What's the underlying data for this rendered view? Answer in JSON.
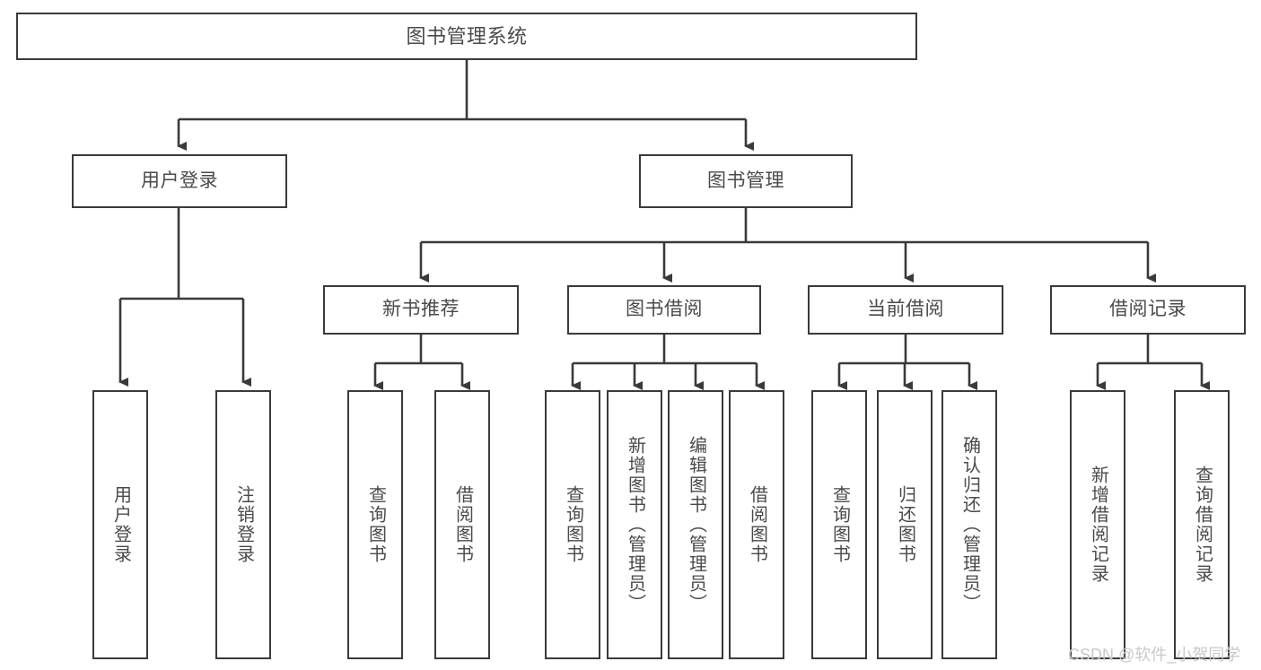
{
  "diagram": {
    "title": "图书管理系统",
    "watermark": "CSDN @软件_小贺同学",
    "accent_border": "#3a3a3a",
    "text_color": "#4a4a4a",
    "background": "#ffffff",
    "nodes": {
      "root": {
        "label": "图书管理系统"
      },
      "tier2": {
        "user_login": {
          "label": "用户登录"
        },
        "book_manage": {
          "label": "图书管理"
        }
      },
      "tier3": {
        "new_book_rec": {
          "label": "新书推荐"
        },
        "book_borrow": {
          "label": "图书借阅"
        },
        "current_borrow": {
          "label": "当前借阅"
        },
        "borrow_record": {
          "label": "借阅记录"
        }
      },
      "leaves": {
        "user_login_1": {
          "label": "用户登录"
        },
        "user_login_2": {
          "label": "注销登录"
        },
        "new_book_1": {
          "label": "查询图书"
        },
        "new_book_2": {
          "label": "借阅图书"
        },
        "borrow_1": {
          "label": "查询图书"
        },
        "borrow_2": {
          "label": "新增图书（管理员）"
        },
        "borrow_3": {
          "label": "编辑图书（管理员）"
        },
        "borrow_4": {
          "label": "借阅图书"
        },
        "current_1": {
          "label": "查询图书"
        },
        "current_2": {
          "label": "归还图书"
        },
        "current_3": {
          "label": "确认归还（管理员）"
        },
        "record_1": {
          "label": "新增借阅记录"
        },
        "record_2": {
          "label": "查询借阅记录"
        }
      }
    }
  }
}
